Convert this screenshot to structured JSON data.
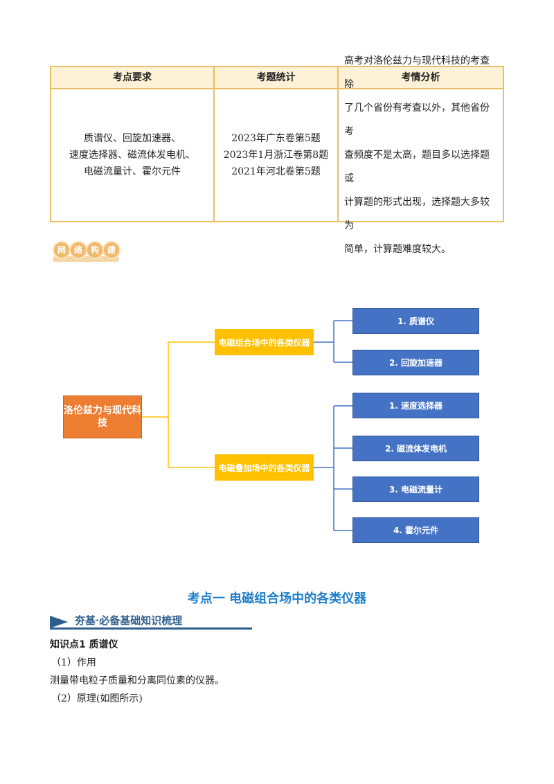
{
  "table": {
    "headers": [
      "考点要求",
      "考题统计",
      "考情分析"
    ],
    "requirements": [
      "质谱仪、回旋加速器、",
      "速度选择器、磁流体发电机、",
      "电磁流量计、霍尔元件"
    ],
    "stats": [
      "2023年广东卷第5题",
      "2023年1月浙江卷第8题",
      "2021年河北卷第5题"
    ],
    "analysis": [
      "高考对洛伦兹力与现代科技的考查除",
      "了几个省份有考查以外，其他省份考",
      "查频度不是太高，题目多以选择题或",
      "计算题的形式出现，选择题大多较为",
      "简单，计算题难度较大。"
    ]
  },
  "badge": {
    "chars": [
      "网",
      "络",
      "构",
      "建"
    ]
  },
  "mindmap": {
    "root": "洛伦兹力与现代科技",
    "branches": [
      {
        "label": "电磁组合场中的各类仪器",
        "children": [
          "1. 质谱仪",
          "2. 回旋加速器"
        ]
      },
      {
        "label": "电磁叠加场中的各类仪器",
        "children": [
          "1. 速度选择器",
          "2. 磁流体发电机",
          "3. 电磁流量计",
          "4. 霍尔元件"
        ]
      }
    ]
  },
  "section": {
    "title": "考点一  电磁组合场中的各类仪器",
    "strip_label": "夯基·必备基础知识梳理",
    "knowledge_title": "知识点1  质谱仪",
    "item1": "（1）作用",
    "item1_text": "测量带电粒子质量和分离同位素的仪器。",
    "item2": "（2）原理(如图所示)"
  },
  "colors": {
    "table_border": "#e8c063",
    "root": "#ed7d31",
    "mid": "#ffc000",
    "leaf": "#4472c4",
    "title": "#1f7ec9"
  }
}
